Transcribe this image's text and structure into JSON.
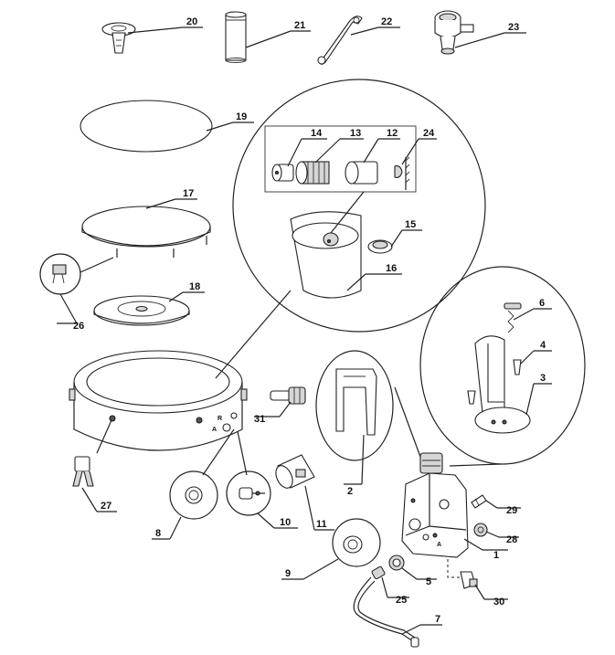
{
  "diagram": {
    "callouts": {
      "c1": "1",
      "c2": "2",
      "c3": "3",
      "c4": "4",
      "c5": "5",
      "c6": "6",
      "c7": "7",
      "c8": "8",
      "c9": "9",
      "c10": "10",
      "c11": "11",
      "c12": "12",
      "c13": "13",
      "c14": "14",
      "c15": "15",
      "c16": "16",
      "c17": "17",
      "c18": "18",
      "c19": "19",
      "c20": "20",
      "c21": "21",
      "c22": "22",
      "c23": "23",
      "c24": "24",
      "c25": "25",
      "c26": "26",
      "c27": "27",
      "c28": "28",
      "c29": "29",
      "c30": "30",
      "c31": "31"
    },
    "markings": {
      "r": "R",
      "a": "A",
      "a2": "A"
    },
    "colors": {
      "line": "#222222",
      "fill": "#ffffff",
      "shade": "#d6d6d6"
    }
  }
}
